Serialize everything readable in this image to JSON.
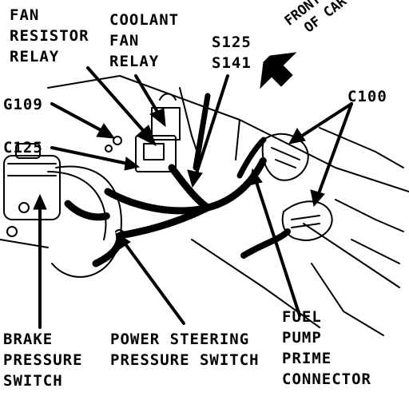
{
  "labels": {
    "fan_resistor_relay": [
      "FAN",
      "RESISTOR",
      "RELAY"
    ],
    "coolant_fan_relay": [
      "COOLANT",
      "FAN",
      "RELAY"
    ],
    "splices": [
      "S125",
      "S141"
    ],
    "front_of_car": [
      "FRONT",
      "OF CAR"
    ],
    "g109": "G109",
    "c100": "C100",
    "c125": "C125",
    "brake_pressure_switch": [
      "BRAKE",
      "PRESSURE",
      "SWITCH"
    ],
    "power_steering_pressure_switch": [
      "POWER STEERING",
      "PRESSURE SWITCH"
    ],
    "fuel_pump_prime_connector": [
      "FUEL",
      "PUMP",
      "PRIME",
      "CONNECTOR"
    ]
  },
  "colors": {
    "ink": "#000000",
    "paper": "#ffffff"
  }
}
